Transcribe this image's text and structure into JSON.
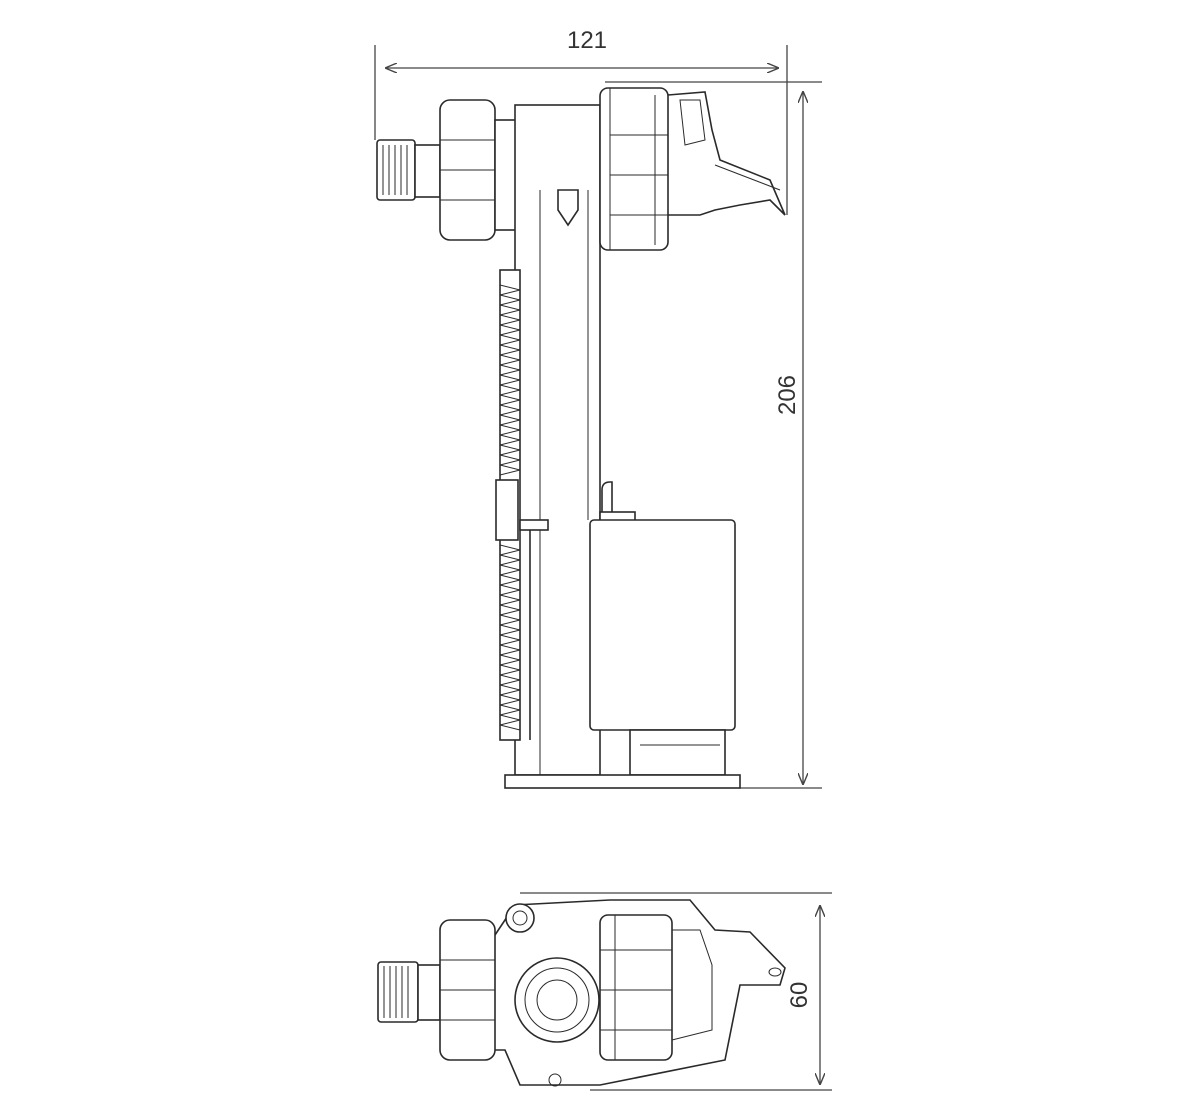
{
  "dimensions": {
    "width": "121",
    "height": "206",
    "depth": "60"
  },
  "colors": {
    "line": "#2a2a2a",
    "background": "#ffffff"
  }
}
